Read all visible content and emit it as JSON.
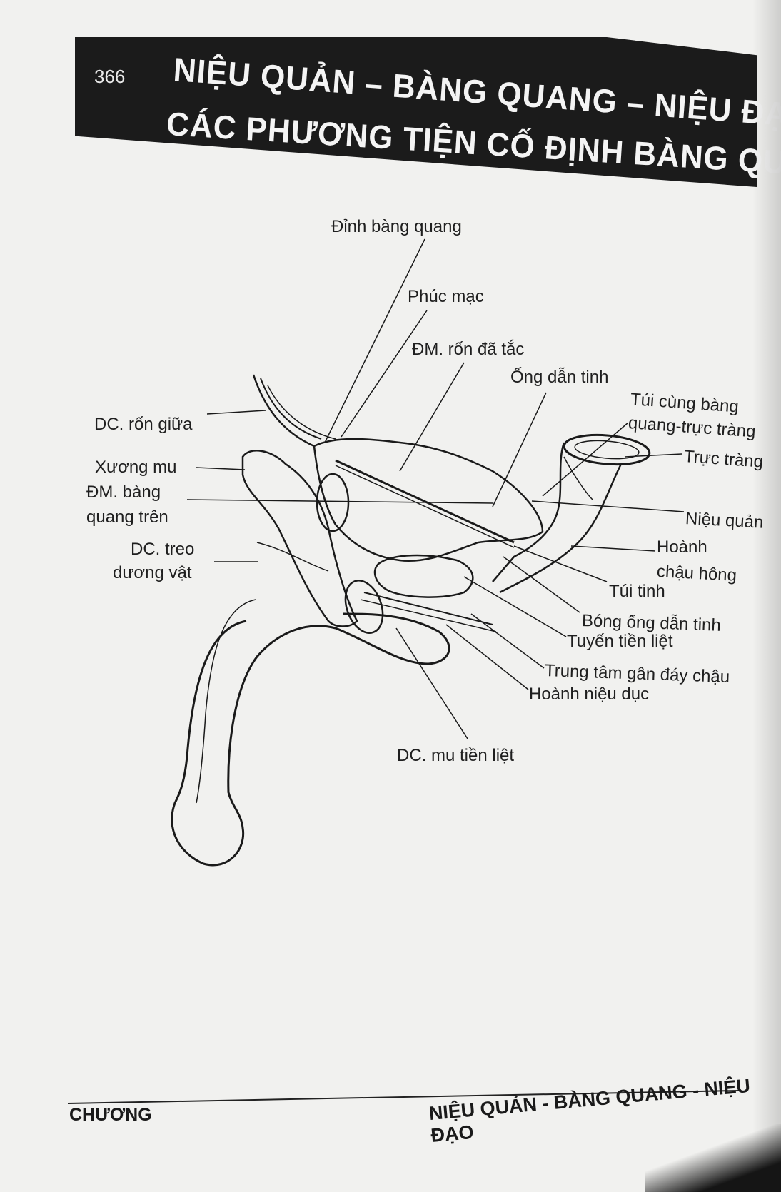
{
  "header": {
    "page_number": "366",
    "title_line_1": "NIỆU QUẢN – BÀNG QUANG – NIỆU ĐẠO:",
    "title_line_2": "CÁC PHƯƠNG TIỆN CỐ ĐỊNH BÀNG QUANG"
  },
  "labels": {
    "dinh_bang_quang": "Đỉnh bàng quang",
    "phuc_mac": "Phúc mạc",
    "dm_ron_da_tac": "ĐM. rốn đã tắc",
    "ong_dan_tinh": "Ống dẫn tinh",
    "tui_cung_1": "Túi cùng bàng",
    "tui_cung_2": "quang-trực tràng",
    "truc_trang": "Trực tràng",
    "nieu_quan": "Niệu quản",
    "hoanh_chau_hong_1": "Hoành",
    "hoanh_chau_hong_2": "chậu hông",
    "tui_tinh": "Túi tinh",
    "bong_ong_dan_tinh": "Bóng ống dẫn tinh",
    "tuyen_tien_liet": "Tuyến tiền liệt",
    "trung_tam_gan": "Trung tâm gân đáy chậu",
    "hoanh_nieu_duc": "Hoành niệu dục",
    "dc_mu_tien_liet": "DC. mu tiền liệt",
    "dc_ron_giua": "DC. rốn giữa",
    "xuong_mu": "Xương mu",
    "dm_bang_quang_tren_1": "ĐM. bàng",
    "dm_bang_quang_tren_2": "quang trên",
    "dc_treo_1": "DC. treo",
    "dc_treo_2": "dương vật"
  },
  "footer": {
    "chapter": "CHƯƠNG",
    "section": "NIỆU QUẢN - BÀNG QUANG - NIỆU ĐẠO"
  }
}
